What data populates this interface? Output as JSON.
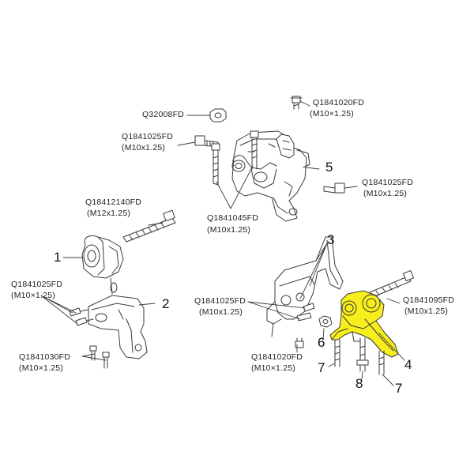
{
  "colors": {
    "line": "#3a3a3a",
    "highlight": "#f7ee1c",
    "background": "#ffffff"
  },
  "labels": {
    "q32008": "Q32008FD",
    "q1841020_top": "Q1841020FD",
    "q1841020_top_spec": "(M10×1.25)",
    "q1841025_top": "Q1841025FD",
    "q1841025_top_spec": "(M10x1.25)",
    "q1841025_right": "Q1841025FD",
    "q1841025_right_spec": "(M10x1.25)",
    "q1841045": "Q1841045FD",
    "q1841045_spec": "(M10x1.25)",
    "q18412140": "Q18412140FD",
    "q18412140_spec": "(M12x1.25)",
    "q1841025_left": "Q1841025FD",
    "q1841025_left_spec": "(M10×1.25)",
    "q1841030": "Q1841030FD",
    "q1841030_spec": "(M10×1.25)",
    "q1841025_mid": "Q1841025FD",
    "q1841025_mid_spec": "(M10x1.25)",
    "q1841095": "Q1841095FD",
    "q1841095_spec": "(M10x1.25)",
    "q1841020_bottom": "Q1841020FD",
    "q1841020_bottom_spec": "(M10×1.25)"
  },
  "callouts": {
    "n1": "1",
    "n2": "2",
    "n3": "3",
    "n4": "4",
    "n5": "5",
    "n6": "6",
    "n7a": "7",
    "n7b": "7",
    "n8": "8"
  }
}
